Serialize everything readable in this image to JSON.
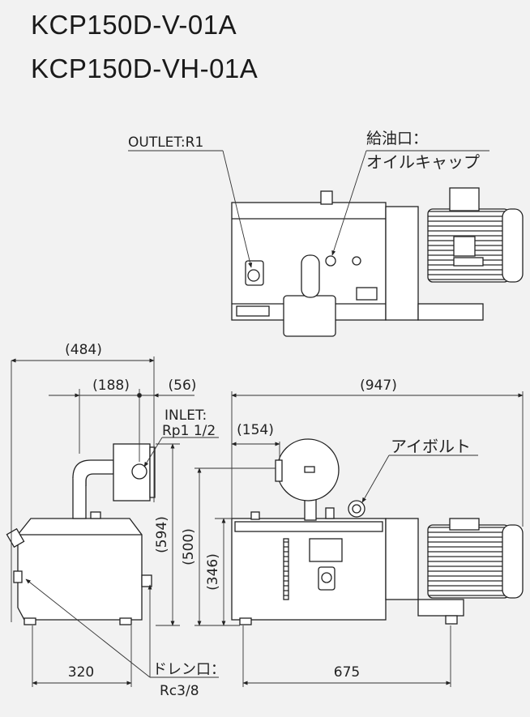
{
  "titles": [
    "KCP150D-V-01A",
    "KCP150D-VH-01A"
  ],
  "callouts": {
    "outlet": "OUTLET:R1",
    "oil_port_1": "給油口：",
    "oil_port_2": "オイルキャップ",
    "inlet_1": "INLET:",
    "inlet_2": "Rp1 1/2",
    "eyebolt": "アイボルト",
    "drain_1": "ドレン口：",
    "drain_2": "Rc3/8"
  },
  "dimensions": {
    "d484": "(484)",
    "d188": "(188)",
    "d56": "(56)",
    "d947": "(947)",
    "d154": "(154)",
    "d594": "(594)",
    "d500": "(500)",
    "d346": "(346)",
    "d320": "320",
    "d675": "675"
  }
}
